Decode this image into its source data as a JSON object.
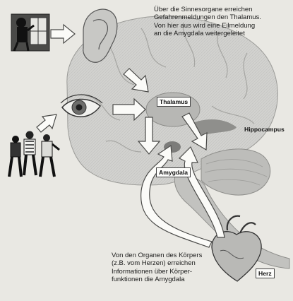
{
  "caption_top": "Über die Sinnesorgane erreichen\nGefahrenmeldungen den Thalamus.\nVon hier aus wird eine Eilmeldung\nan die Amygdala weitergeleitet",
  "caption_bottom": "Von den Organen des Körpers\n(z.B. vom Herzen) erreichen\nInformationen über Körper-\nfunktionen die Amygdala",
  "labels": {
    "thalamus": "Thalamus",
    "hippocampus": "Hippocampus",
    "amygdala": "Amygdala",
    "herz": "Herz"
  },
  "icons": {
    "threat_picture": "burglar-icon",
    "threat_people": "three-men-icon",
    "ear": "ear-icon",
    "eye": "eye-icon",
    "heart": "heart-icon"
  },
  "colors": {
    "paper": "#e9e8e3",
    "brain": "#cfcfcc",
    "brain_dark": "#a9a9a6",
    "arrow_fill": "#fbfbf8",
    "ink": "#1b1b1b",
    "highlight": "#8c8c8a"
  }
}
